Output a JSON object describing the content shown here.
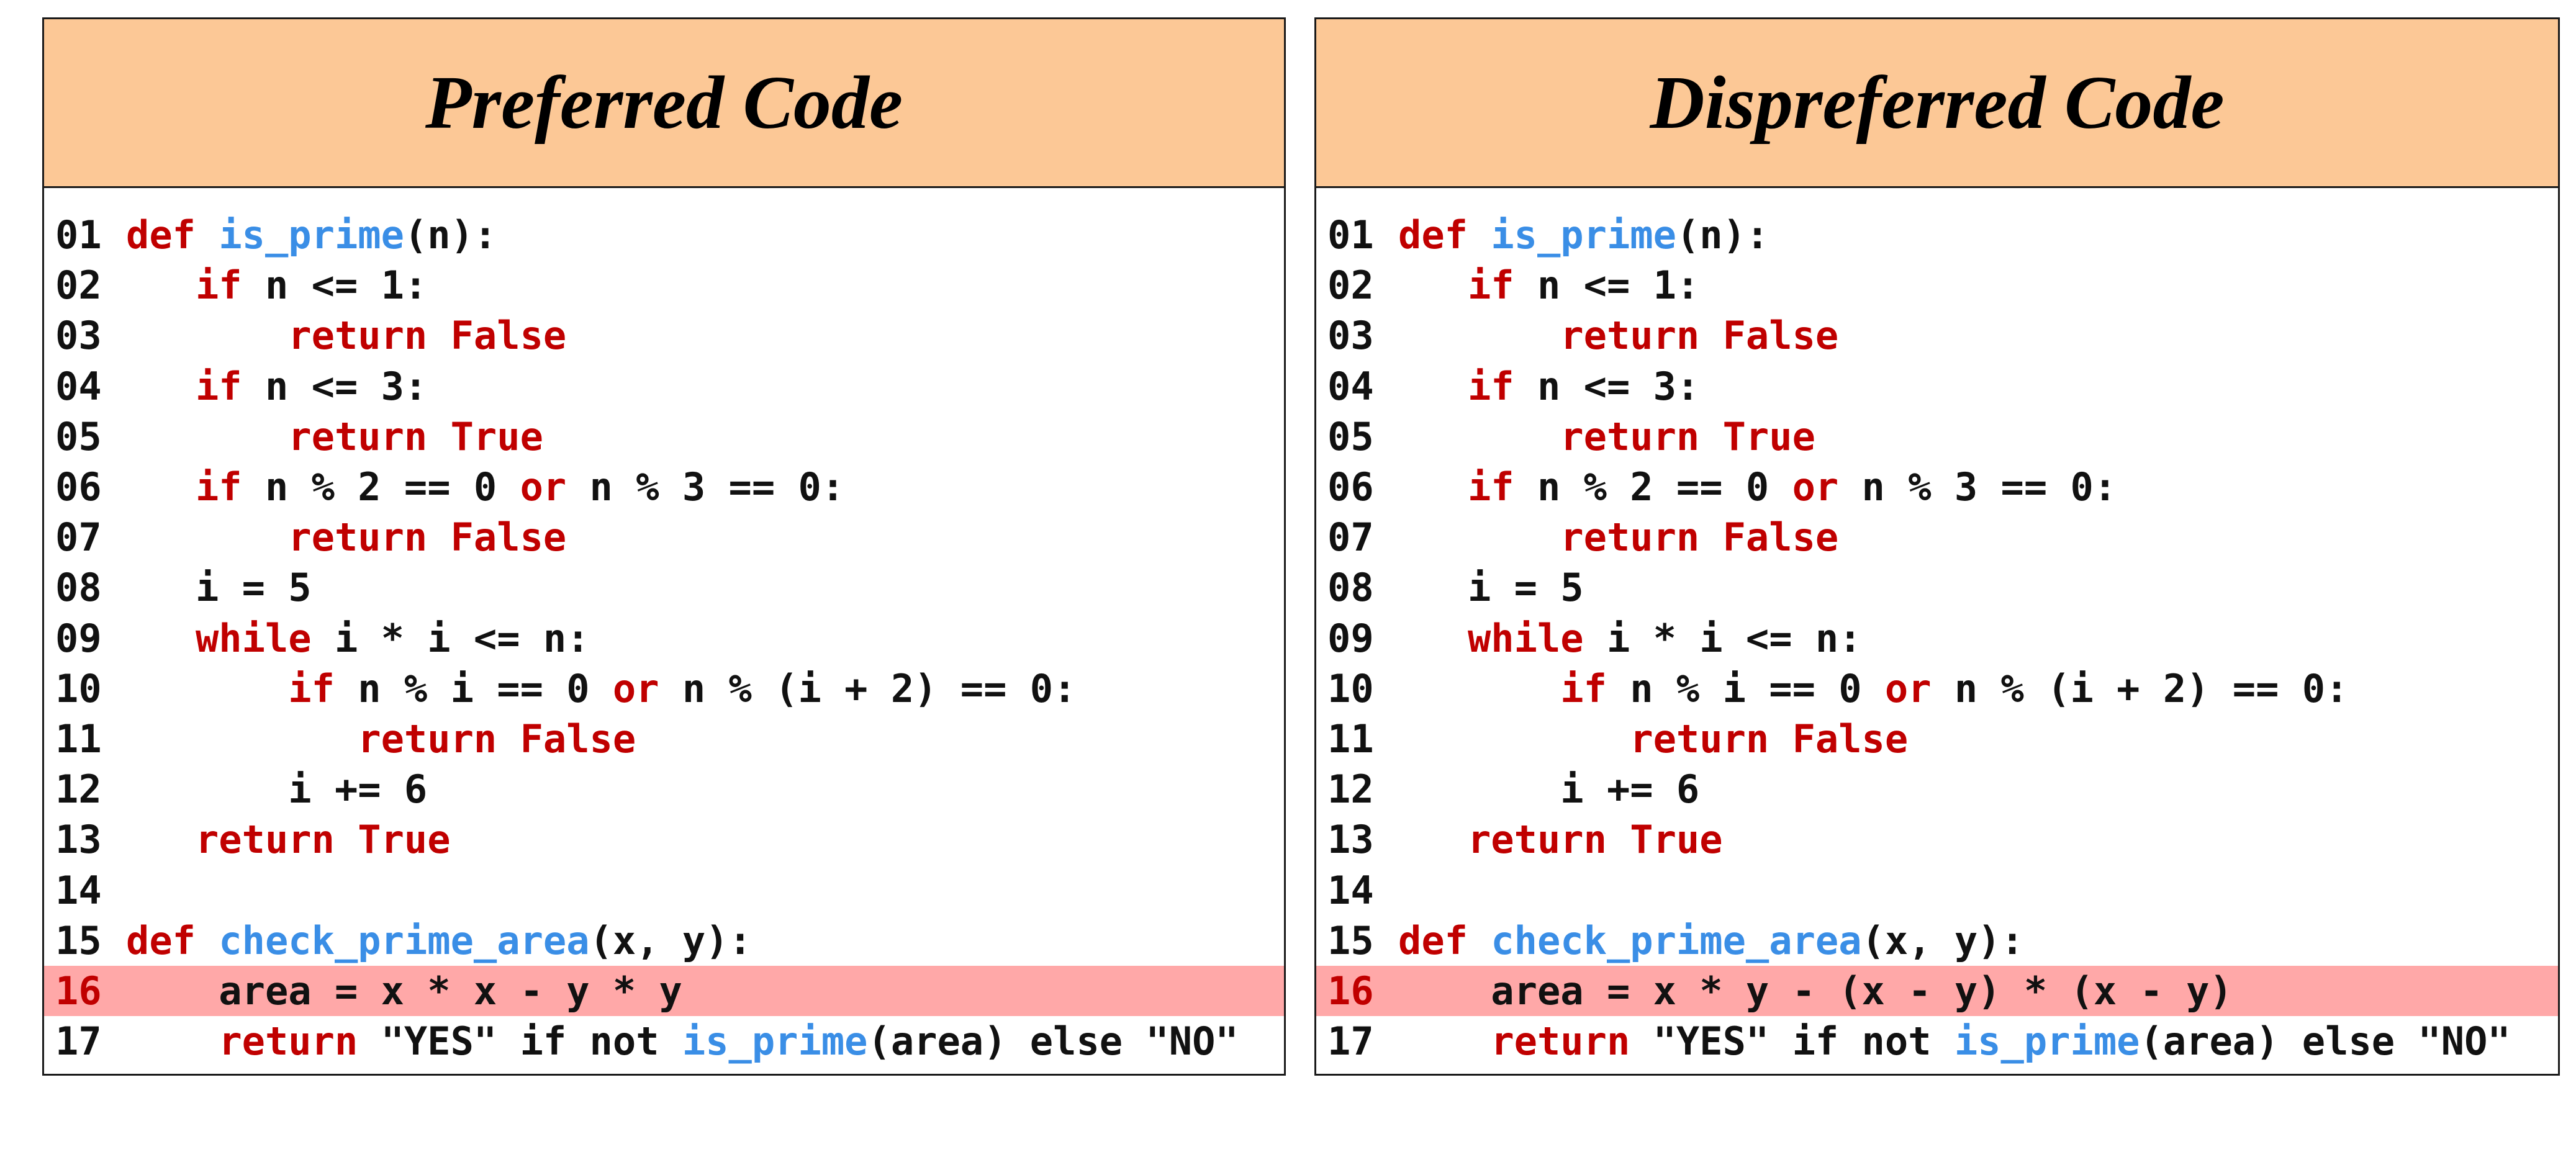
{
  "colors": {
    "header_bg": "#fcc896",
    "highlight_bg": "#ffa8a8",
    "keyword": "#c00000",
    "function_name": "#3a8ee6",
    "text": "#111111"
  },
  "panels": [
    {
      "title": "Preferred Code",
      "highlight_line": "16",
      "lines": [
        {
          "n": "01",
          "tokens": [
            {
              "t": "def ",
              "c": "kw"
            },
            {
              "t": "is_prime",
              "c": "fn"
            },
            {
              "t": "(n):",
              "c": "text"
            }
          ]
        },
        {
          "n": "02",
          "tokens": [
            {
              "t": "   ",
              "c": "text"
            },
            {
              "t": "if",
              "c": "kw"
            },
            {
              "t": " n <= 1:",
              "c": "text"
            }
          ]
        },
        {
          "n": "03",
          "tokens": [
            {
              "t": "       ",
              "c": "text"
            },
            {
              "t": "return False",
              "c": "kw"
            }
          ]
        },
        {
          "n": "04",
          "tokens": [
            {
              "t": "   ",
              "c": "text"
            },
            {
              "t": "if",
              "c": "kw"
            },
            {
              "t": " n <= 3:",
              "c": "text"
            }
          ]
        },
        {
          "n": "05",
          "tokens": [
            {
              "t": "       ",
              "c": "text"
            },
            {
              "t": "return True",
              "c": "kw"
            }
          ]
        },
        {
          "n": "06",
          "tokens": [
            {
              "t": "   ",
              "c": "text"
            },
            {
              "t": "if",
              "c": "kw"
            },
            {
              "t": " n % 2 == 0 ",
              "c": "text"
            },
            {
              "t": "or",
              "c": "kw"
            },
            {
              "t": " n % 3 == 0:",
              "c": "text"
            }
          ]
        },
        {
          "n": "07",
          "tokens": [
            {
              "t": "       ",
              "c": "text"
            },
            {
              "t": "return False",
              "c": "kw"
            }
          ]
        },
        {
          "n": "08",
          "tokens": [
            {
              "t": "   i = 5",
              "c": "text"
            }
          ]
        },
        {
          "n": "09",
          "tokens": [
            {
              "t": "   ",
              "c": "text"
            },
            {
              "t": "while",
              "c": "kw"
            },
            {
              "t": " i * i <= n:",
              "c": "text"
            }
          ]
        },
        {
          "n": "10",
          "tokens": [
            {
              "t": "       ",
              "c": "text"
            },
            {
              "t": "if",
              "c": "kw"
            },
            {
              "t": " n % i == 0 ",
              "c": "text"
            },
            {
              "t": "or",
              "c": "kw"
            },
            {
              "t": " n % (i + 2) == 0:",
              "c": "text"
            }
          ]
        },
        {
          "n": "11",
          "tokens": [
            {
              "t": "          ",
              "c": "text"
            },
            {
              "t": "return False",
              "c": "kw"
            }
          ]
        },
        {
          "n": "12",
          "tokens": [
            {
              "t": "       i += 6",
              "c": "text"
            }
          ]
        },
        {
          "n": "13",
          "tokens": [
            {
              "t": "   ",
              "c": "text"
            },
            {
              "t": "return True",
              "c": "kw"
            }
          ]
        },
        {
          "n": "14",
          "tokens": []
        },
        {
          "n": "15",
          "tokens": [
            {
              "t": "def ",
              "c": "kw"
            },
            {
              "t": "check_prime_area",
              "c": "fn"
            },
            {
              "t": "(x, y):",
              "c": "text"
            }
          ]
        },
        {
          "n": "16",
          "tokens": [
            {
              "t": "    area = x * x - y * y",
              "c": "text"
            }
          ]
        },
        {
          "n": "17",
          "tokens": [
            {
              "t": "    ",
              "c": "text"
            },
            {
              "t": "return",
              "c": "kw"
            },
            {
              "t": " \"YES\" if not ",
              "c": "text"
            },
            {
              "t": "is_prime",
              "c": "fn"
            },
            {
              "t": "(area) else \"NO\"",
              "c": "text"
            }
          ]
        }
      ]
    },
    {
      "title": "Dispreferred Code",
      "highlight_line": "16",
      "lines": [
        {
          "n": "01",
          "tokens": [
            {
              "t": "def ",
              "c": "kw"
            },
            {
              "t": "is_prime",
              "c": "fn"
            },
            {
              "t": "(n):",
              "c": "text"
            }
          ]
        },
        {
          "n": "02",
          "tokens": [
            {
              "t": "   ",
              "c": "text"
            },
            {
              "t": "if",
              "c": "kw"
            },
            {
              "t": " n <= 1:",
              "c": "text"
            }
          ]
        },
        {
          "n": "03",
          "tokens": [
            {
              "t": "       ",
              "c": "text"
            },
            {
              "t": "return False",
              "c": "kw"
            }
          ]
        },
        {
          "n": "04",
          "tokens": [
            {
              "t": "   ",
              "c": "text"
            },
            {
              "t": "if",
              "c": "kw"
            },
            {
              "t": " n <= 3:",
              "c": "text"
            }
          ]
        },
        {
          "n": "05",
          "tokens": [
            {
              "t": "       ",
              "c": "text"
            },
            {
              "t": "return True",
              "c": "kw"
            }
          ]
        },
        {
          "n": "06",
          "tokens": [
            {
              "t": "   ",
              "c": "text"
            },
            {
              "t": "if",
              "c": "kw"
            },
            {
              "t": " n % 2 == 0 ",
              "c": "text"
            },
            {
              "t": "or",
              "c": "kw"
            },
            {
              "t": " n % 3 == 0:",
              "c": "text"
            }
          ]
        },
        {
          "n": "07",
          "tokens": [
            {
              "t": "       ",
              "c": "text"
            },
            {
              "t": "return False",
              "c": "kw"
            }
          ]
        },
        {
          "n": "08",
          "tokens": [
            {
              "t": "   i = 5",
              "c": "text"
            }
          ]
        },
        {
          "n": "09",
          "tokens": [
            {
              "t": "   ",
              "c": "text"
            },
            {
              "t": "while",
              "c": "kw"
            },
            {
              "t": " i * i <= n:",
              "c": "text"
            }
          ]
        },
        {
          "n": "10",
          "tokens": [
            {
              "t": "       ",
              "c": "text"
            },
            {
              "t": "if",
              "c": "kw"
            },
            {
              "t": " n % i == 0 ",
              "c": "text"
            },
            {
              "t": "or",
              "c": "kw"
            },
            {
              "t": " n % (i + 2) == 0:",
              "c": "text"
            }
          ]
        },
        {
          "n": "11",
          "tokens": [
            {
              "t": "          ",
              "c": "text"
            },
            {
              "t": "return False",
              "c": "kw"
            }
          ]
        },
        {
          "n": "12",
          "tokens": [
            {
              "t": "       i += 6",
              "c": "text"
            }
          ]
        },
        {
          "n": "13",
          "tokens": [
            {
              "t": "   ",
              "c": "text"
            },
            {
              "t": "return True",
              "c": "kw"
            }
          ]
        },
        {
          "n": "14",
          "tokens": []
        },
        {
          "n": "15",
          "tokens": [
            {
              "t": "def ",
              "c": "kw"
            },
            {
              "t": "check_prime_area",
              "c": "fn"
            },
            {
              "t": "(x, y):",
              "c": "text"
            }
          ]
        },
        {
          "n": "16",
          "tokens": [
            {
              "t": "    area = x * y - (x - y) * (x - y)",
              "c": "text"
            }
          ]
        },
        {
          "n": "17",
          "tokens": [
            {
              "t": "    ",
              "c": "text"
            },
            {
              "t": "return",
              "c": "kw"
            },
            {
              "t": " \"YES\" if not ",
              "c": "text"
            },
            {
              "t": "is_prime",
              "c": "fn"
            },
            {
              "t": "(area) else \"NO\"",
              "c": "text"
            }
          ]
        }
      ]
    }
  ]
}
